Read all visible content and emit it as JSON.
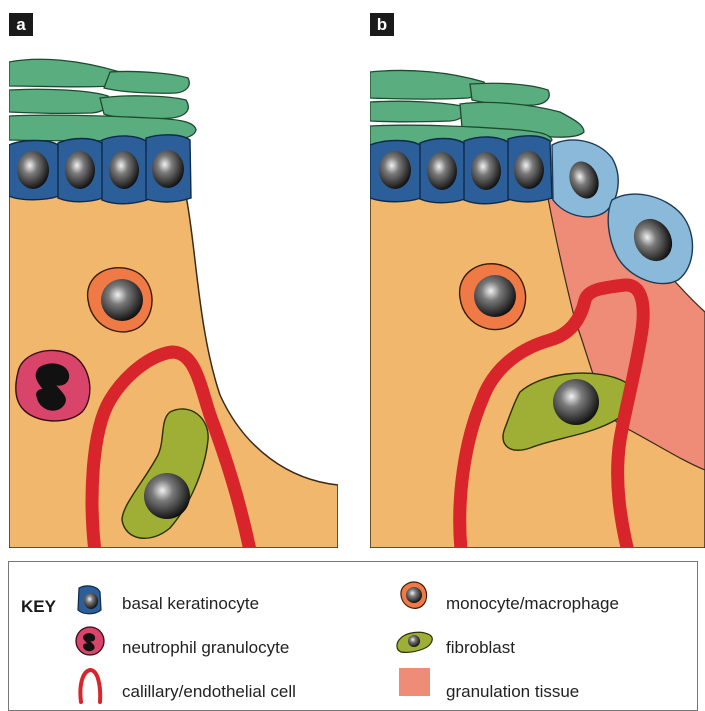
{
  "panels": {
    "a": {
      "label": "a"
    },
    "b": {
      "label": "b"
    }
  },
  "key": {
    "title": "KEY",
    "items": [
      {
        "label": "basal keratinocyte",
        "icon": "basal-keratinocyte-icon"
      },
      {
        "label": "neutrophil granulocyte",
        "icon": "neutrophil-icon"
      },
      {
        "label": "calillary/endothelial cell",
        "icon": "capillary-icon"
      },
      {
        "label": "monocyte/macrophage",
        "icon": "monocyte-icon"
      },
      {
        "label": "fibroblast",
        "icon": "fibroblast-icon"
      },
      {
        "label": "granulation tissue",
        "icon": "granulation-tissue-icon"
      }
    ]
  },
  "colors": {
    "dermis": "#F1B76D",
    "keratinocyte_green": "#5AAD7E",
    "basal_blue": "#2C5F9A",
    "activated_keratinocyte": "#8BB9DA",
    "capillary_red": "#D8242B",
    "fibroblast": "#9FAE34",
    "monocyte": "#F07A45",
    "neutrophil": "#D9456A",
    "granulation_tissue": "#EF8C78",
    "panel_label_bg": "#1a1a1a"
  }
}
